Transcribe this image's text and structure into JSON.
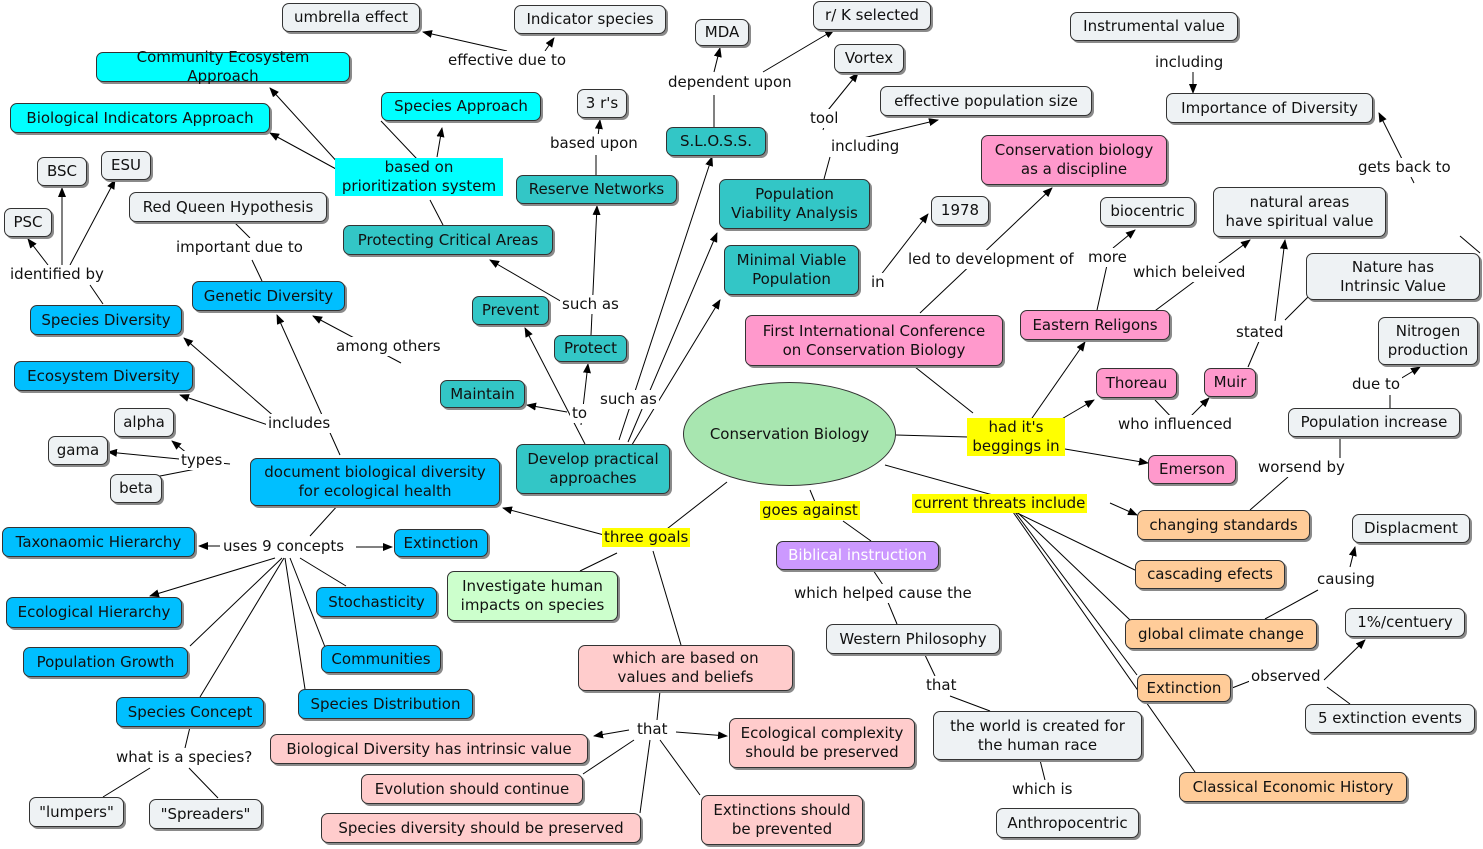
{
  "concept_map": {
    "center": "Conservation Biology",
    "nodes": {
      "umbrella": "umbrella effect",
      "indicator": "Indicator species",
      "mda": "MDA",
      "rk": "r/ K selected",
      "instrumental": "Instrumental value",
      "community": "Community Ecosystem Approach",
      "species_approach": "Species Approach",
      "vortex": "Vortex",
      "effpop": "effective population size",
      "importance": "Importance of Diversity",
      "bioind": "Biological Indicators Approach",
      "three_rs": "3 r's",
      "sloss": "S.L.O.S.S.",
      "bsc": "BSC",
      "esu": "ESU",
      "psc": "PSC",
      "redqueen": "Red Queen Hypothesis",
      "reserve": "Reserve Networks",
      "pva": "Population\nViability Analysis",
      "consdisc": "Conservation biology\nas a discipline",
      "y1978": "1978",
      "biocentric": "biocentric",
      "natural": "natural areas\nhave spiritual value",
      "protecting": "Protecting Critical Areas",
      "genetic": "Genetic Diversity",
      "mvp": "Minimal Viable\nPopulation",
      "nature": "Nature has\nIntrinsic Value",
      "speciesdiv": "Species Diversity",
      "prevent": "Prevent",
      "firstconf": "First International Conference\non Conservation Biology",
      "eastern": "Eastern Religons",
      "nitrogen": "Nitrogen\nproduction",
      "protect": "Protect",
      "ecodiv": "Ecosystem Diversity",
      "maintain": "Maintain",
      "thoreau": "Thoreau",
      "muir": "Muir",
      "alpha": "alpha",
      "popinc": "Population increase",
      "gama": "gama",
      "develop": "Develop practical\napproaches",
      "emerson": "Emerson",
      "document": "document biological diversity\nfor ecological health",
      "beta": "beta",
      "displacement": "Displacment",
      "changing": "changing standards",
      "taxo": "Taxonaomic Hierarchy",
      "extinction1": "Extinction",
      "biblical": "Biblical instruction",
      "investigate": "Investigate human\nimpacts on species",
      "cascading": "cascading efects",
      "stochasticity": "Stochasticity",
      "ecohier": "Ecological Hierarchy",
      "one_pct": "1%/centuery",
      "western": "Western Philosophy",
      "global": "global climate change",
      "popgrowth": "Population Growth",
      "communities": "Communities",
      "valuesbeliefs": "which are based on\nvalues and beliefs",
      "extinction2": "Extinction",
      "specdist": "Species Distribution",
      "specconcept": "Species Concept",
      "five_ext": "5 extinction events",
      "world": "the world is created for\nthe human race",
      "ecocomplex": "Ecological complexity\nshould be preserved",
      "bdintrinsic": "Biological Diversity has intrinsic value",
      "classical": "Classical Economic History",
      "evolution": "Evolution should continue",
      "lumpers": "\"lumpers\"",
      "spreaders": "\"Spreaders\"",
      "extprevent": "Extinctions should\nbe prevented",
      "anthro": "Anthropocentric",
      "sdpreserve": "Species diversity should be preserved"
    },
    "phrases": {
      "effective": "effective due to",
      "dependent": "dependent upon",
      "including1": "including",
      "tool": "tool",
      "including2": "including",
      "gets_back": "gets back to",
      "based_prio": "based on\nprioritization system",
      "based_upon": "based upon",
      "identified": "identified by",
      "important": "important due to",
      "led_to": "led to development of",
      "more": "more",
      "in": "in",
      "which_beleived": "which beleived",
      "such_as1": "such as",
      "among": "among others",
      "stated": "stated",
      "due_to": "due to",
      "includes": "includes",
      "to": "to",
      "such_as2": "such as",
      "had": "had it's\nbeggings in",
      "who_influenced": "who influenced",
      "types": "types",
      "worsend": "worsend by",
      "goes_against": "goes  against",
      "current": "current threats include",
      "three_goals": "three goals",
      "uses9": "uses 9 concepts",
      "causing": "causing",
      "which_helped": "which helped cause the",
      "that1": "that",
      "observed": "observed",
      "that2": "that",
      "what_species": "what is a species?",
      "which_is": "which is"
    }
  }
}
